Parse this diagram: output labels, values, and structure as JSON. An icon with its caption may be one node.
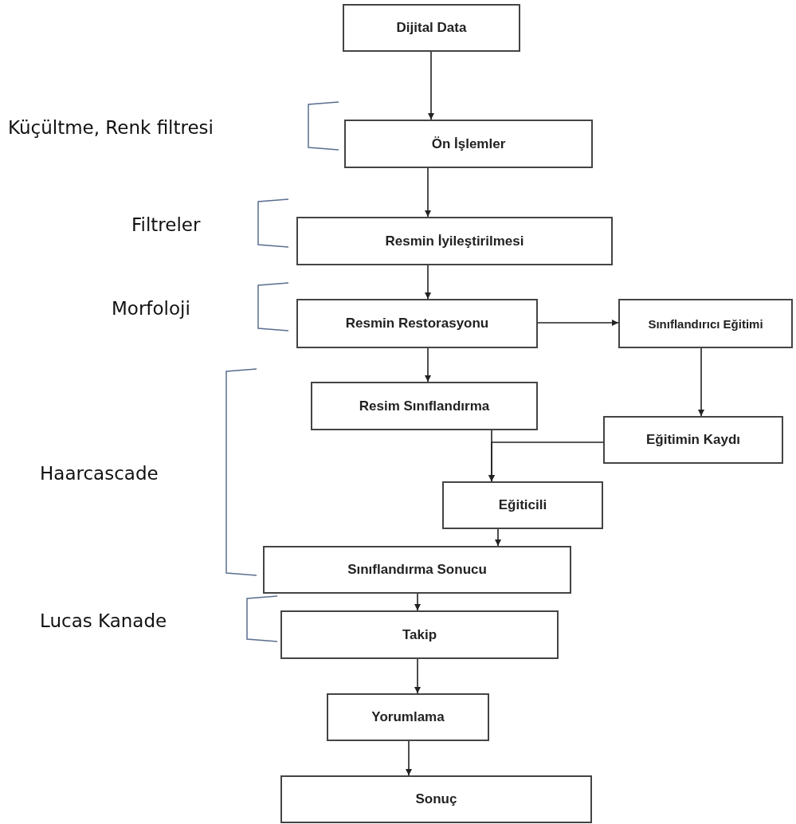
{
  "diagram": {
    "nodes": [
      {
        "text": [
          "Dijital Data"
        ]
      },
      {
        "text": [
          "Ön İşlemler"
        ]
      },
      {
        "text": [
          "Resmin İyileştirilmesi"
        ]
      },
      {
        "text": [
          "Resmin Restorasyonu"
        ]
      },
      {
        "text": [
          "Sınıflandırıcı Eğitimi"
        ]
      },
      {
        "text": [
          "Resim Sınıflandırma"
        ]
      },
      {
        "text": [
          "Eğitimin Kaydı"
        ]
      },
      {
        "text": [
          "Eğiticili"
        ]
      },
      {
        "text": [
          "Sınıflandırma Sonucu"
        ]
      },
      {
        "text": [
          "Takip"
        ]
      },
      {
        "text": [
          "Yorumlama"
        ]
      },
      {
        "text": [
          "Sonuç"
        ]
      }
    ],
    "edges": [
      {
        "from": 0,
        "to": 1,
        "arrow": "to"
      },
      {
        "from": 1,
        "to": 2,
        "arrow": "to"
      },
      {
        "from": 2,
        "to": 3,
        "arrow": "to"
      },
      {
        "from": 3,
        "to": 4,
        "arrow": "to"
      },
      {
        "from": 3,
        "to": 5,
        "arrow": "to"
      },
      {
        "from": 4,
        "to": 6,
        "arrow": "to"
      },
      {
        "from": 5,
        "to": 7,
        "arrow": "to"
      },
      {
        "from": 6,
        "to": 7,
        "arrow": "to"
      },
      {
        "from": 7,
        "to": 8,
        "arrow": "to"
      },
      {
        "from": 8,
        "to": 9,
        "arrow": "to"
      },
      {
        "from": 9,
        "to": 10,
        "arrow": "to"
      },
      {
        "from": 10,
        "to": 11,
        "arrow": "to"
      }
    ],
    "labels": [
      "Küçültme, Renk filtresi",
      "Filtreler",
      "Morfoloji",
      "Haarcascade",
      "Lucas Kanade"
    ]
  }
}
